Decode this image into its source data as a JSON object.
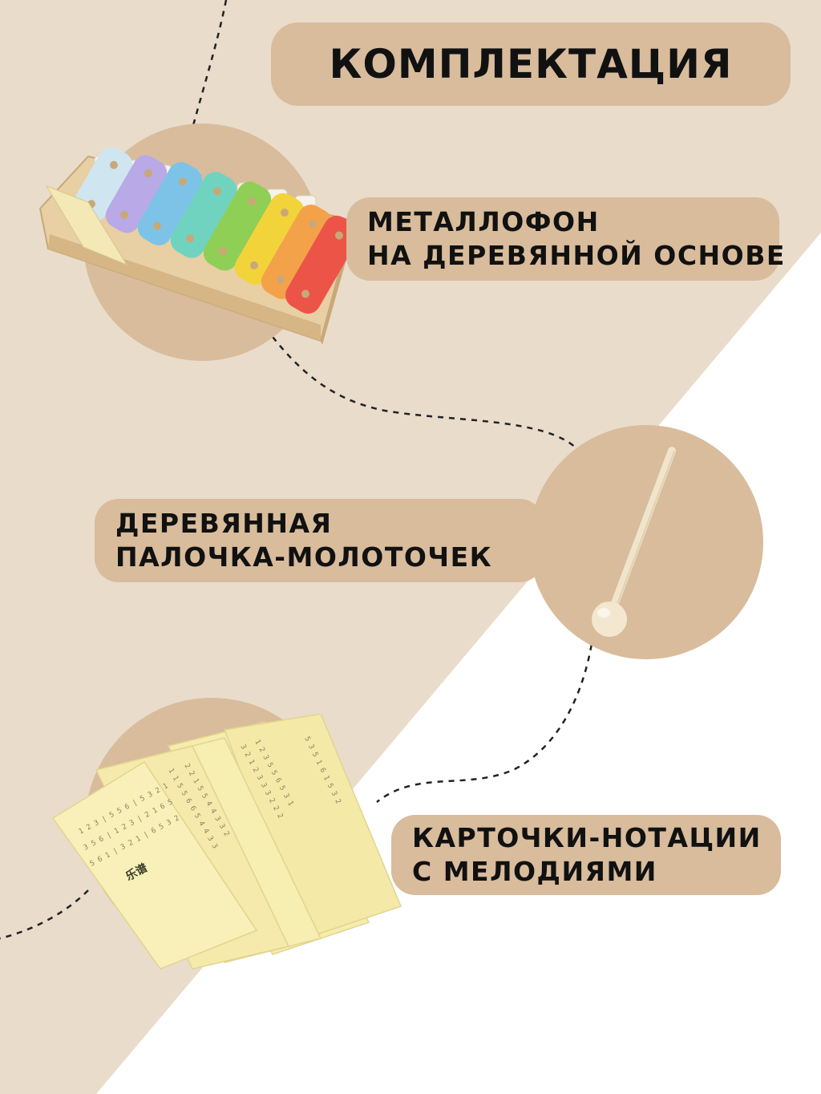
{
  "title": "КОМПЛЕКТАЦИЯ",
  "items": [
    {
      "line1": "МЕТАЛЛОФОН",
      "line2": "НА ДЕРЕВЯННОЙ ОСНОВЕ",
      "icon": "xylophone-icon"
    },
    {
      "line1": "ДЕРЕВЯННАЯ",
      "line2": "ПАЛОЧКА-МОЛОТОЧЕК",
      "icon": "mallet-icon"
    },
    {
      "line1": "КАРТОЧКИ-НОТАЦИИ",
      "line2": "С МЕЛОДИЯМИ",
      "icon": "notation-cards-icon"
    }
  ],
  "colors": {
    "background_beige": "#e9dccb",
    "background_white": "#ffffff",
    "accent_tan": "#d8bc9c",
    "text": "#111111"
  }
}
